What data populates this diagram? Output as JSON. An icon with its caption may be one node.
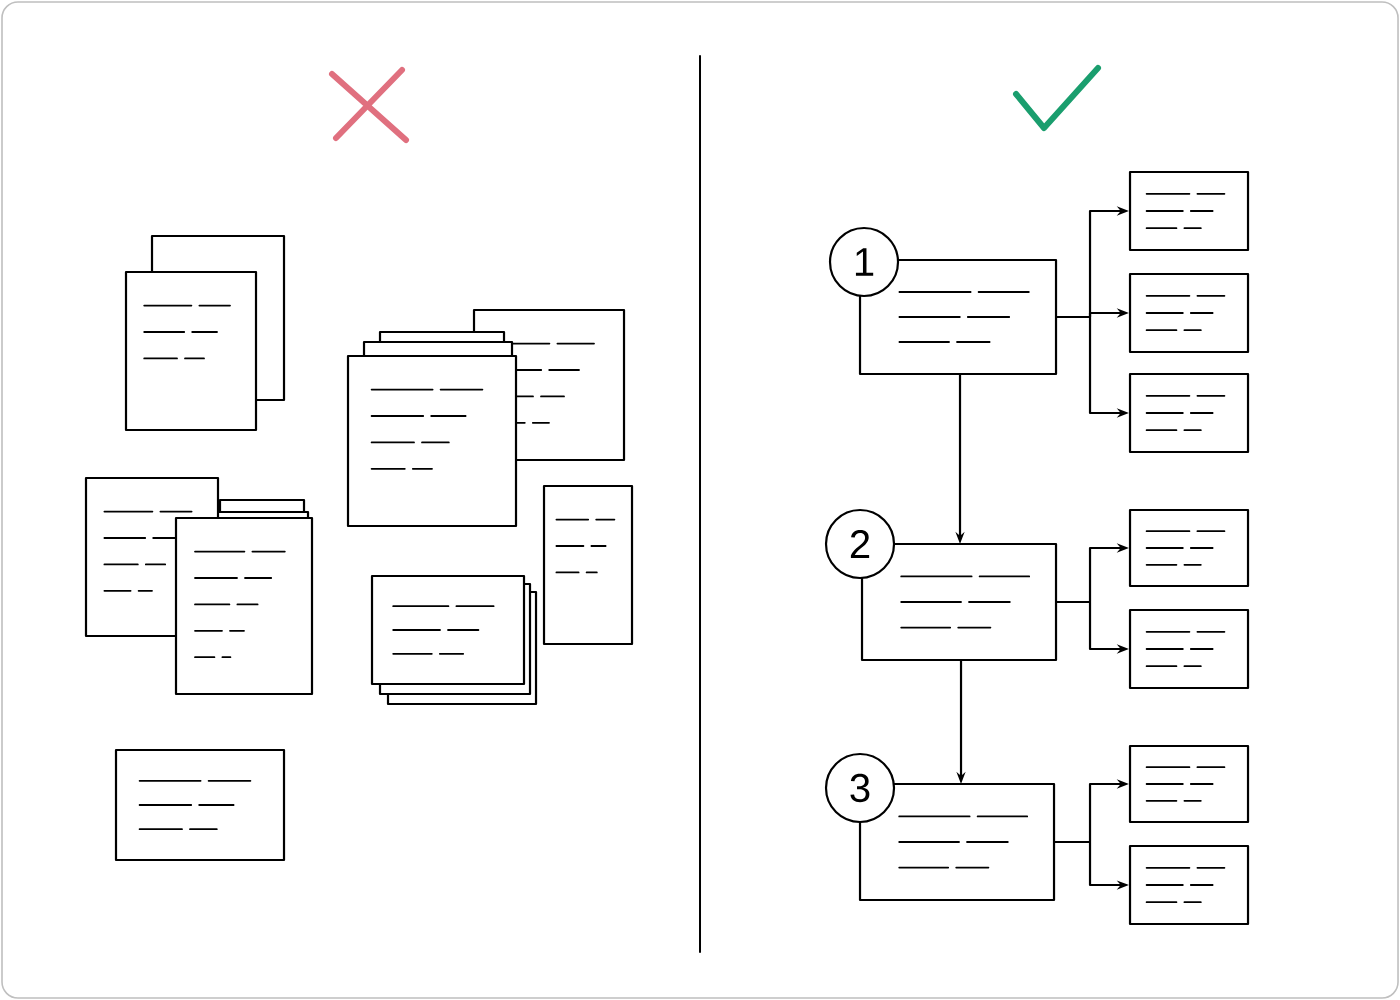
{
  "diagram": {
    "nodes": [
      {
        "text": [
          "1"
        ]
      },
      {
        "text": [],
        "shape": "box"
      },
      {
        "text": [],
        "shape": "box"
      },
      {
        "text": [],
        "shape": "box"
      },
      {
        "text": [],
        "shape": "box"
      },
      {
        "text": [
          "2"
        ]
      },
      {
        "text": [],
        "shape": "box"
      },
      {
        "text": [],
        "shape": "box"
      },
      {
        "text": [],
        "shape": "box"
      },
      {
        "text": [
          "3"
        ]
      },
      {
        "text": [],
        "shape": "box"
      },
      {
        "text": [],
        "shape": "box"
      },
      {
        "text": [],
        "shape": "box"
      }
    ],
    "edges": [
      {
        "from": 1,
        "to": 2,
        "arrow": "to"
      },
      {
        "from": 1,
        "to": 3,
        "arrow": "to"
      },
      {
        "from": 1,
        "to": 4,
        "arrow": "to"
      },
      {
        "from": 1,
        "to": 6,
        "arrow": "to"
      },
      {
        "from": 6,
        "to": 7,
        "arrow": "to"
      },
      {
        "from": 6,
        "to": 8,
        "arrow": "to"
      },
      {
        "from": 6,
        "to": 10,
        "arrow": "to"
      },
      {
        "from": 10,
        "to": 11,
        "arrow": "to"
      },
      {
        "from": 10,
        "to": 12,
        "arrow": "to"
      }
    ]
  }
}
